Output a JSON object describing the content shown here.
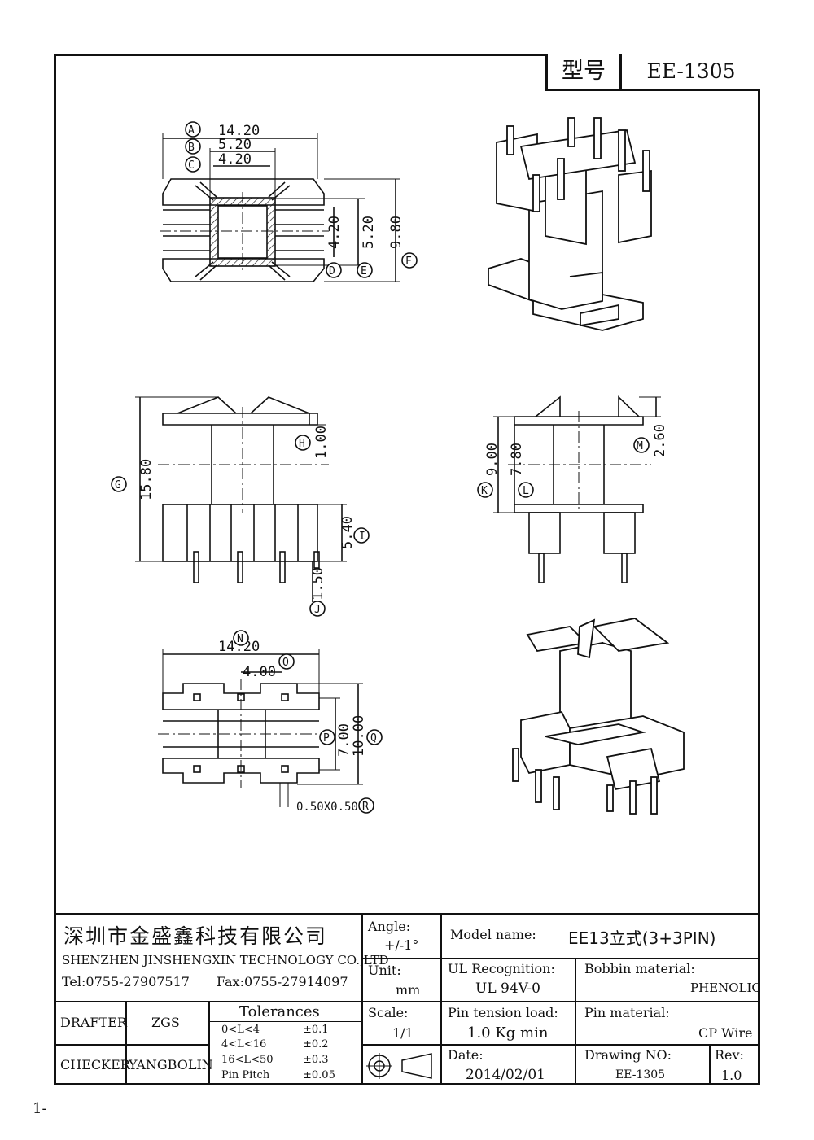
{
  "header": {
    "model_label": "型号",
    "model_value": "EE-1305"
  },
  "top_view": {
    "dims": [
      {
        "tag": "A",
        "value": "14.20"
      },
      {
        "tag": "B",
        "value": "5.20"
      },
      {
        "tag": "C",
        "value": "4.20"
      },
      {
        "tag": "D",
        "value": "4.20"
      },
      {
        "tag": "E",
        "value": "5.20"
      },
      {
        "tag": "F",
        "value": "9.80"
      }
    ]
  },
  "front_view": {
    "dims": [
      {
        "tag": "G",
        "value": "15.80"
      },
      {
        "tag": "H",
        "value": "1.00"
      },
      {
        "tag": "I",
        "value": "5.40"
      },
      {
        "tag": "J",
        "value": "1.50"
      }
    ]
  },
  "side_view": {
    "dims": [
      {
        "tag": "K",
        "value": "9.00"
      },
      {
        "tag": "L",
        "value": "7.80"
      },
      {
        "tag": "M",
        "value": "2.60"
      }
    ]
  },
  "bottom_view": {
    "dims": [
      {
        "tag": "N",
        "value": "14.20"
      },
      {
        "tag": "O",
        "value": "4.00"
      },
      {
        "tag": "P",
        "value": "7.00"
      },
      {
        "tag": "Q",
        "value": "10.00"
      },
      {
        "tag": "R",
        "value": "0.50X0.50"
      }
    ]
  },
  "title_block": {
    "company_cn": "深圳市金盛鑫科技有限公司",
    "company_en": "SHENZHEN JINSHENGXIN TECHNOLOGY CO.,LTD",
    "tel": "Tel:0755-27907517",
    "fax": "Fax:0755-27914097",
    "angle_label": "Angle:",
    "angle_value": "+/-1°",
    "unit_label": "Unit:",
    "unit_value": "mm",
    "scale_label": "Scale:",
    "scale_value": "1/1",
    "model_name_label": "Model name:",
    "model_name_value": "EE13立式(3+3PIN)",
    "ul_label": "UL Recognition:",
    "ul_value": "UL 94V-0",
    "bobbin_label": "Bobbin material:",
    "bobbin_value": "PHENOLIC",
    "pin_tension_label": "Pin tension load:",
    "pin_tension_value": "1.0 Kg min",
    "pin_material_label": "Pin material:",
    "pin_material_value": "CP Wire",
    "date_label": "Date:",
    "date_value": "2014/02/01",
    "drawing_no_label": "Drawing NO:",
    "drawing_no_value": "EE-1305",
    "rev_label": "Rev:",
    "rev_value": "1.0",
    "drafter_label": "DRAFTER",
    "drafter_value": "ZGS",
    "checker_label": "CHECKER",
    "checker_value": "YANGBOLIN",
    "tolerances_title": "Tolerances",
    "tolerances": [
      {
        "range": "0<L<4",
        "value": "±0.1"
      },
      {
        "range": "4<L<16",
        "value": "±0.2"
      },
      {
        "range": "16<L<50",
        "value": "±0.3"
      },
      {
        "range": "Pin Pitch",
        "value": "±0.05"
      }
    ]
  },
  "footer": {
    "page_mark": "1-"
  }
}
